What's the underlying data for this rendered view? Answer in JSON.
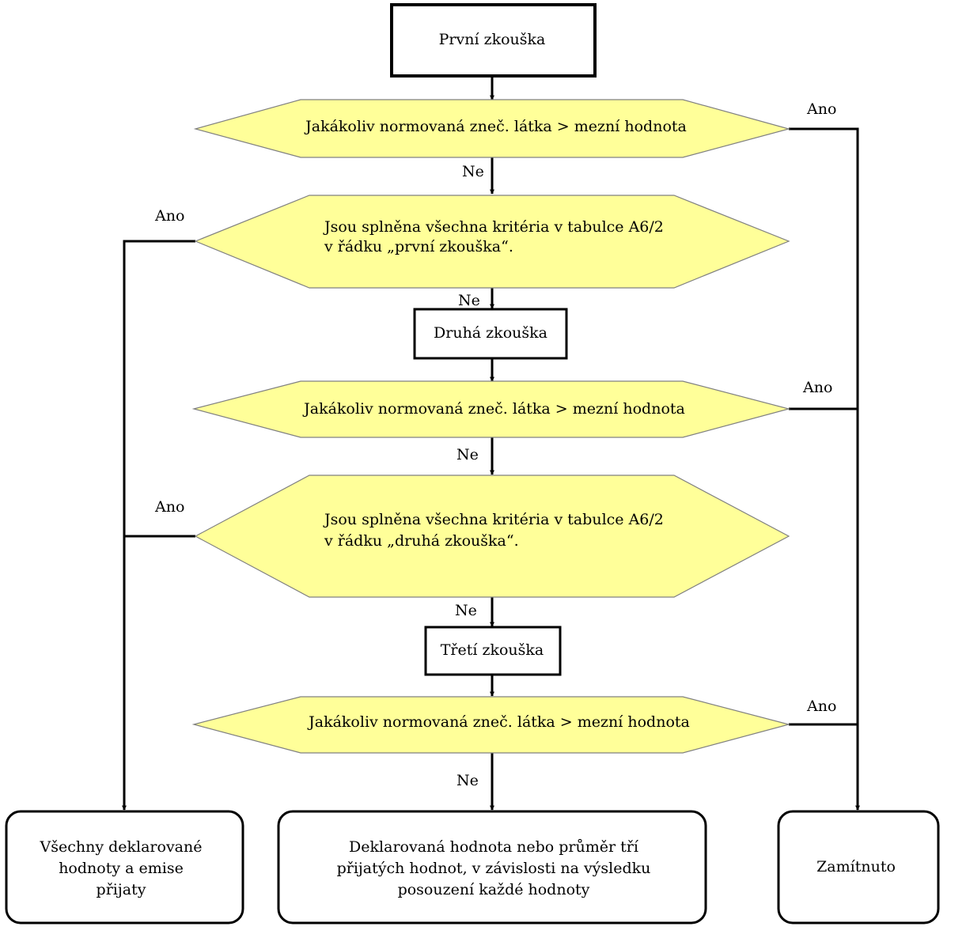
{
  "nodes": {
    "first_test": "První zkouška",
    "decision_1": "Jakákoliv normovaná zneč. látka > mezní hodnota",
    "criteria_1_line1": "Jsou splněna všechna kritéria v tabulce A6/2",
    "criteria_1_line2": "v řádku „první zkouška“.",
    "second_test": "Druhá zkouška",
    "decision_2": "Jakákoliv normovaná zneč. látka > mezní hodnota",
    "criteria_2_line1": "Jsou splněna všechna kritéria v tabulce A6/2",
    "criteria_2_line2": "v řádku „druhá zkouška“.",
    "third_test": "Třetí zkouška",
    "decision_3": "Jakákoliv normovaná zneč. látka > mezní hodnota",
    "accepted_line1": "Všechny deklarované",
    "accepted_line2": "hodnoty a emise",
    "accepted_line3": "přijaty",
    "declared_line1": "Deklarovaná hodnota nebo průměr tří",
    "declared_line2": "přijatých hodnot, v závislosti na výsledku",
    "declared_line3": "posouzení každé hodnoty",
    "rejected": "Zamítnuto"
  },
  "edge_labels": {
    "ano_1": "Ano",
    "ne_1": "Ne",
    "ano_2": "Ano",
    "ne_2": "Ne",
    "ano_3": "Ano",
    "ne_3": "Ne",
    "ano_4": "Ano",
    "ne_4": "Ne",
    "ano_5": "Ano",
    "ne_5": "Ne"
  },
  "colors": {
    "decision_fill": "#ffff99",
    "decision_stroke": "#808080",
    "line": "#000000"
  }
}
